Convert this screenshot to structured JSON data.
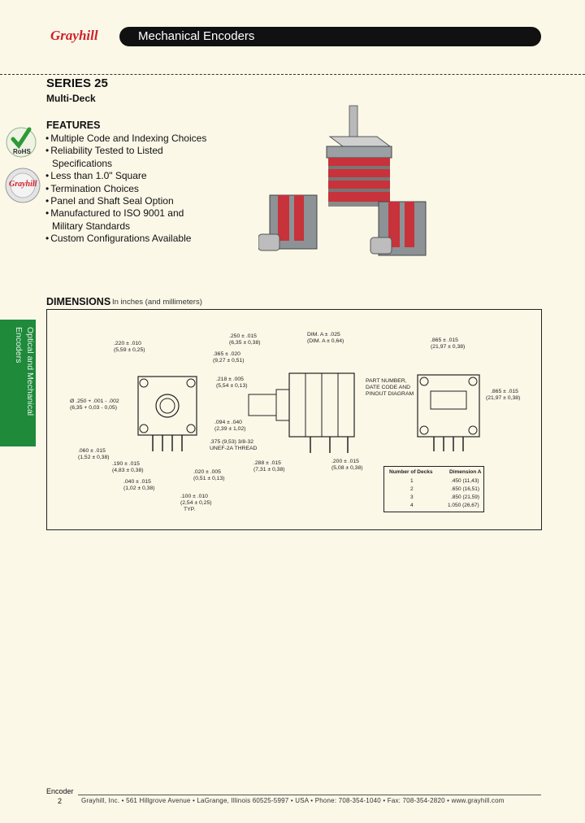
{
  "header": {
    "logo": "Grayhill",
    "title": "Mechanical Encoders"
  },
  "product": {
    "series": "SERIES 25",
    "subtitle": "Multi-Deck"
  },
  "badges": {
    "rohs": "RoHS",
    "grayhill_seal": "Grayhill"
  },
  "features": {
    "heading": "FEATURES",
    "items": [
      "Multiple Code and Indexing Choices",
      "Reliability Tested to Listed Specifications",
      "Less than 1.0\" Square",
      "Termination Choices",
      "Panel and Shaft Seal Option",
      "Manufactured to ISO 9001 and Military Standards",
      "Custom Configurations Available"
    ]
  },
  "side_tab": {
    "label": "Optical and Mechanical Encoders"
  },
  "dimensions": {
    "heading": "DIMENSIONS",
    "subheading": "In inches (and millimeters)",
    "labels": {
      "l1": ".220 ± .010",
      "l1b": "(5,59 ± 0,25)",
      "l2": "Ø .250 + .001 - .002",
      "l2b": "(6,35 + 0,03 - 0,05)",
      "l3": ".060 ± .015",
      "l3b": "(1,52 ± 0,38)",
      "l4": ".190 ± .015",
      "l4b": "(4,83 ± 0,38)",
      "l5": ".020 ± .005",
      "l5b": "(0,51 ± 0,13)",
      "l6": ".040 ± .015",
      "l6b": "(1,02 ± 0,38)",
      "l7": ".100 ± .010",
      "l7b": "(2,54 ± 0,25)",
      "l7c": "TYP.",
      "m1": ".250 ± .015",
      "m1b": "(6,35 ± 0,38)",
      "m2": "DIM. A ± .025",
      "m2b": "(DIM. A ± 0,64)",
      "m3": ".365 ± .020",
      "m3b": "(9,27 ± 0,51)",
      "m4": ".218 ± .005",
      "m4b": "(5,54 ± 0,13)",
      "m5": ".094 ± .040",
      "m5b": "(2,39 ± 1,02)",
      "m6": ".375 (9,53) 3/8-32",
      "m6b": "UNEF-2A THREAD",
      "m7": ".288 ± .015",
      "m7b": "(7,31 ± 0,38)",
      "m8": ".200 ± .015",
      "m8b": "(5,08 ± 0,38)",
      "r1": ".865 ± .015",
      "r1b": "(21,97 ± 0,38)",
      "r2": "PART NUMBER,",
      "r2b": "DATE CODE AND",
      "r2c": "PINOUT DIAGRAM",
      "r3": ".865 ± .015",
      "r3b": "(21,97 ± 0,38)"
    },
    "table": {
      "headers": [
        "Number of Decks",
        "Dimension A"
      ],
      "rows": [
        [
          "1",
          ".450 (11,43)"
        ],
        [
          "2",
          ".650 (16,51)"
        ],
        [
          "3",
          ".850 (21,59)"
        ],
        [
          "4",
          "1.050 (26,67)"
        ]
      ]
    }
  },
  "footer": {
    "section": "Encoder",
    "page": "2",
    "address": "Grayhill, Inc. • 561 Hillgrove Avenue • LaGrange, Illinois 60525-5997 • USA • Phone: 708-354-1040 • Fax: 708-354-2820 • www.grayhill.com"
  },
  "colors": {
    "accent_green": "#1e8a3a",
    "header_bar": "#111111",
    "logo_red": "#d0202a",
    "deck_red": "#c8323a",
    "page_bg": "#fbf8e8"
  }
}
